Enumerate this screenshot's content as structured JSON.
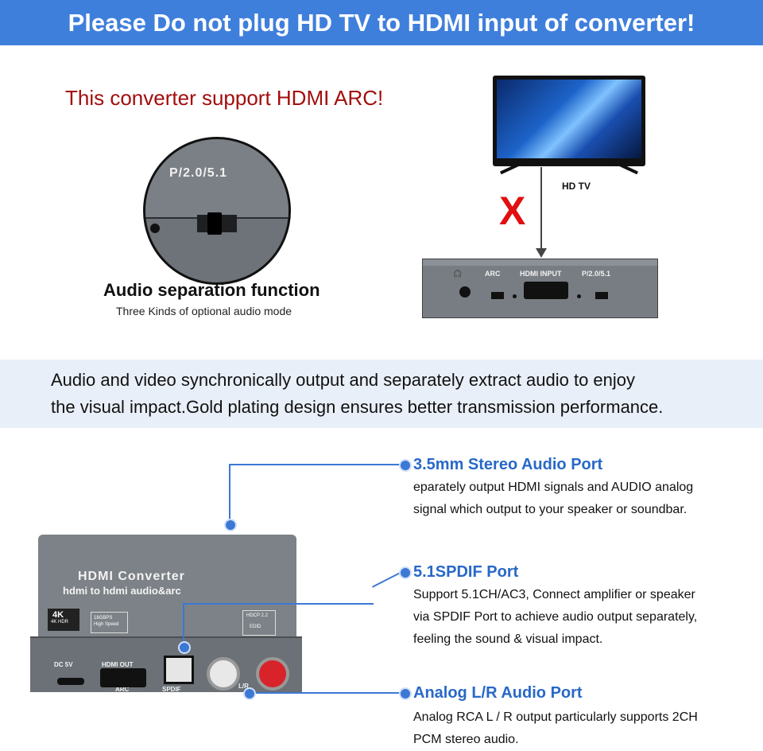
{
  "banner": {
    "text": "Please Do not plug HD TV to HDMI input of converter!"
  },
  "arc_note": "This converter support HDMI ARC!",
  "separation": {
    "switch_label": "P/2.0/5.1",
    "title": "Audio separation function",
    "subtitle": "Three Kinds of optional audio mode"
  },
  "tv": {
    "label": "HD TV",
    "x_mark": "X",
    "box_labels": {
      "arc": "ARC",
      "hdmi_input": "HDMI INPUT",
      "mode": "P/2.0/5.1"
    }
  },
  "band": {
    "line1": "Audio and video synchronically output and separately extract audio to enjoy",
    "line2": "the visual impact.Gold plating design ensures better transmission performance."
  },
  "device": {
    "name": "HDMI Converter",
    "subname": "hdmi to hdmi audio&arc",
    "badge_4k": "4K",
    "badge_hdr": "4K HDR",
    "speed_line1": "18GBPS",
    "speed_line2": "High Speed",
    "hdcp": "HDCP 2.2",
    "edid": "EDID",
    "port_dc": "DC 5V",
    "port_hdmi_out": "HDMI OUT",
    "port_arc": "ARC",
    "port_spdif": "SPDIF",
    "port_lr": "L/R"
  },
  "features": [
    {
      "title": "3.5mm Stereo Audio Port",
      "desc1": "eparately output HDMI signals and AUDIO analog",
      "desc2": "signal which output to your speaker or soundbar."
    },
    {
      "title": "5.1SPDIF Port",
      "desc1": "Support 5.1CH/AC3, Connect amplifier or speaker",
      "desc2": "via SPDIF Port to achieve audio output separately,",
      "desc3": "feeling the sound & visual impact."
    },
    {
      "title": "Analog L/R Audio Port",
      "desc1": "Analog RCA L / R output particularly supports 2CH",
      "desc2": "PCM stereo audio."
    }
  ],
  "colors": {
    "banner": "#3f7fdc",
    "accent_blue": "#2868c8",
    "warning_red": "#a30d0d",
    "x_red": "#e10f0f",
    "band": "#e9eff8"
  }
}
